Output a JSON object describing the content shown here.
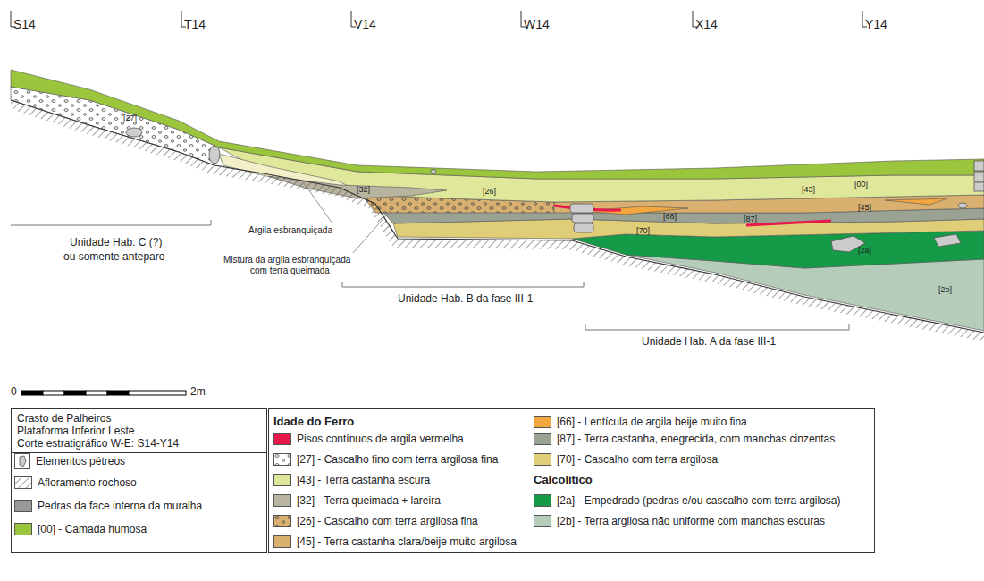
{
  "diagram": {
    "nodes": [
      {
        "text": [
          "Crasto de Palheiros",
          "Plataforma Inferior Leste",
          "Corte estratigráfico W-E: S14-Y14"
        ]
      }
    ],
    "labels": [
      "S14",
      "T14",
      "V14",
      "W14",
      "X14",
      "Y14",
      "[27]",
      "[32]",
      "[26]",
      "[00]",
      "[43]",
      "[45]",
      "[66]",
      "[87]",
      "[70]",
      "[2a]",
      "[2b]",
      "Argila esbranquiçada",
      "Mistura da argila esbranquiçada",
      "com terra queimada",
      "Unidade Hab. C (?)",
      "ou somente anteparo",
      "Unidade Hab. B da fase III-1",
      "Unidade Hab. A da fase III-1",
      "0",
      "2m",
      "Idade do Ferro",
      "Calcolítico"
    ],
    "legend": [
      {
        "text": "Elementos pétreos"
      },
      {
        "text": "Afloramento rochoso"
      },
      {
        "text": "Pedras da face interna da muralha",
        "color": "#999999"
      },
      {
        "text": "[00] - Camada humosa",
        "color": "#9bc53d"
      },
      {
        "text": "Pisos contínuos de argila vermelha",
        "color": "#e8184a"
      },
      {
        "text": "[27] - Cascalho fino com terra argilosa fina"
      },
      {
        "text": "[43] - Terra castanha escura",
        "color": "#dfe89a"
      },
      {
        "text": "[32] - Terra queimada + lareira",
        "color": "#b8b49f"
      },
      {
        "text": "[26] - Cascalho com terra argilosa fina"
      },
      {
        "text": "[45] - Terra castanha clara/beije muito argilosa",
        "color": "#d9b070"
      },
      {
        "text": "[66] - Lentícula de argila beije muito fina",
        "color": "#f2a640"
      },
      {
        "text": "[87] - Terra castanha, enegrecida, com manchas cinzentas",
        "color": "#9aa393"
      },
      {
        "text": "[70] - Cascalho com terra argilosa",
        "color": "#e0cd78"
      },
      {
        "text": "[2a] - Empedrado (pedras e/ou cascalho com terra argilosa)",
        "color": "#159a48"
      },
      {
        "text": "[2b] - Terra argilosa não uniforme com manchas escuras",
        "color": "#b5ccbb"
      }
    ]
  }
}
